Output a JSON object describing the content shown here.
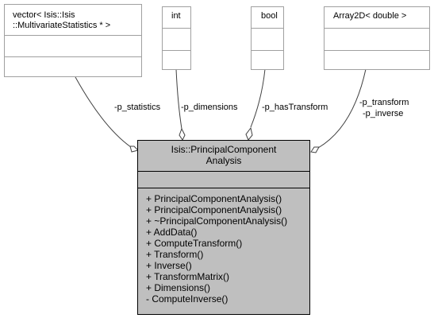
{
  "classes": {
    "vector": {
      "line1": "vector< Isis::Isis",
      "line2": "::MultivariateStatistics * >"
    },
    "int": {
      "name": "int"
    },
    "bool": {
      "name": "bool"
    },
    "array2d": {
      "name": "Array2D< double >"
    }
  },
  "edges": {
    "statistics": "-p_statistics",
    "dimensions": "-p_dimensions",
    "has_transform": "-p_hasTransform",
    "transform": "-p_transform",
    "inverse": "-p_inverse"
  },
  "main_class": {
    "name_line1": "Isis::PrincipalComponent",
    "name_line2": "Analysis",
    "operations": [
      "+ PrincipalComponentAnalysis()",
      "+ PrincipalComponentAnalysis()",
      "+ ~PrincipalComponentAnalysis()",
      "+ AddData()",
      "+ ComputeTransform()",
      "+ Transform()",
      "+ Inverse()",
      "+ TransformMatrix()",
      "+ Dimensions()",
      "- ComputeInverse()"
    ]
  }
}
